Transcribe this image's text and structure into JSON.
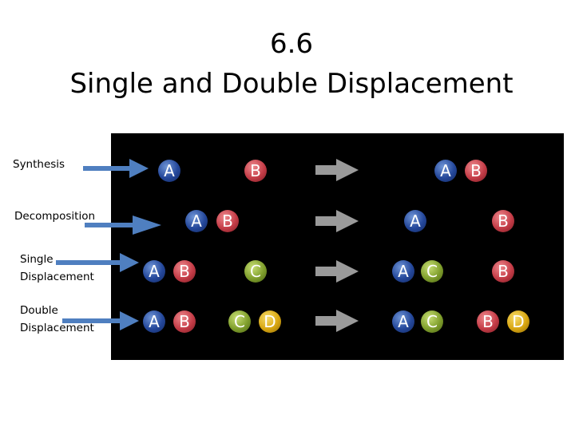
{
  "title": {
    "line1": "6.6",
    "line2": "Single and Double Displacement"
  },
  "labels": {
    "synthesis": "Synthesis",
    "decomposition": "Decomposition",
    "single_line1": "Single",
    "single_line2": "Displacement",
    "double_line1": "Double",
    "double_line2": "Displacement"
  },
  "rows": [
    {
      "name": "synthesis",
      "reactants": [
        {
          "letter": "A",
          "color": "blue"
        },
        {
          "letter": "B",
          "color": "red"
        }
      ],
      "products": [
        {
          "letter": "A",
          "color": "blue"
        },
        {
          "letter": "B",
          "color": "red"
        }
      ]
    },
    {
      "name": "decomposition",
      "reactants": [
        {
          "letter": "A",
          "color": "blue"
        },
        {
          "letter": "B",
          "color": "red"
        }
      ],
      "products": [
        {
          "letter": "A",
          "color": "blue"
        },
        {
          "letter": "B",
          "color": "red"
        }
      ]
    },
    {
      "name": "single-displacement",
      "reactants": [
        {
          "letter": "A",
          "color": "blue"
        },
        {
          "letter": "B",
          "color": "red"
        },
        {
          "letter": "C",
          "color": "green"
        }
      ],
      "products": [
        {
          "letter": "A",
          "color": "blue"
        },
        {
          "letter": "C",
          "color": "green"
        },
        {
          "letter": "B",
          "color": "red"
        }
      ]
    },
    {
      "name": "double-displacement",
      "reactants": [
        {
          "letter": "A",
          "color": "blue"
        },
        {
          "letter": "B",
          "color": "red"
        },
        {
          "letter": "C",
          "color": "green"
        },
        {
          "letter": "D",
          "color": "yellow"
        }
      ],
      "products": [
        {
          "letter": "A",
          "color": "blue"
        },
        {
          "letter": "C",
          "color": "green"
        },
        {
          "letter": "B",
          "color": "red"
        },
        {
          "letter": "D",
          "color": "yellow"
        }
      ]
    }
  ],
  "colors": {
    "pointer_arrow": "#4f7fc0",
    "reaction_arrow": "#9a9a9a",
    "panel": "#000000"
  }
}
